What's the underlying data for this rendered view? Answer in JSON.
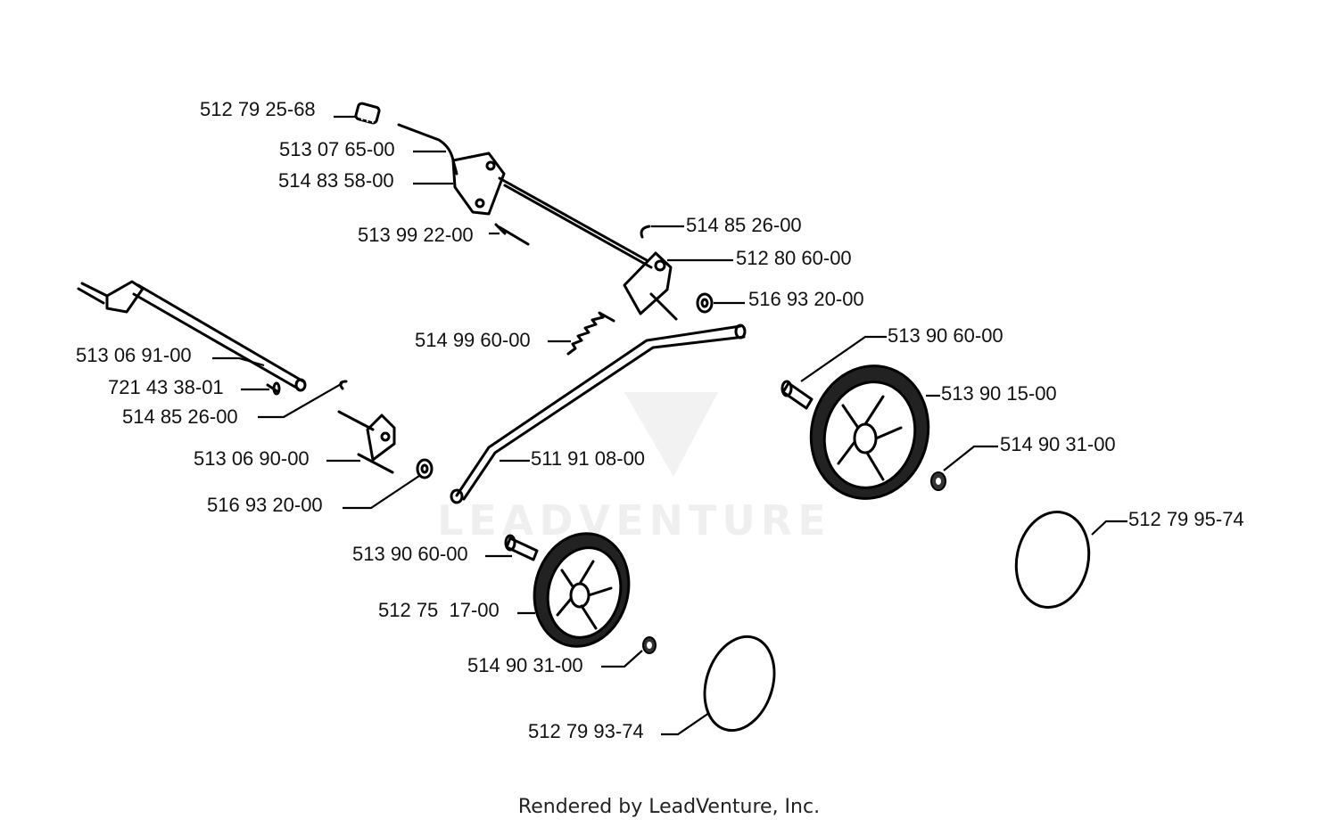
{
  "watermark": "LEADVENTURE",
  "footer": "Rendered by LeadVenture, Inc.",
  "labels": {
    "p01": "512 79 25-68",
    "p02": "513 07 65-00",
    "p03": "514 83 58-00",
    "p04": "513 99 22-00",
    "p05": "514 85 26-00",
    "p06": "512 80 60-00",
    "p07": "516 93 20-00",
    "p08": "514 99 60-00",
    "p09": "513 90 60-00",
    "p10": "513 06 91-00",
    "p11": "513 90 15-00",
    "p12": "721 43 38-01",
    "p13": "514 85 26-00",
    "p14": "514 90 31-00",
    "p15": "513 06 90-00",
    "p16": "511 91 08-00",
    "p17": "516 93 20-00",
    "p18": "512 79 95-74",
    "p19": "513 90 60-00",
    "p20": "512 75  17-00",
    "p21": "514 90 31-00",
    "p22": "512 79 93-74"
  }
}
